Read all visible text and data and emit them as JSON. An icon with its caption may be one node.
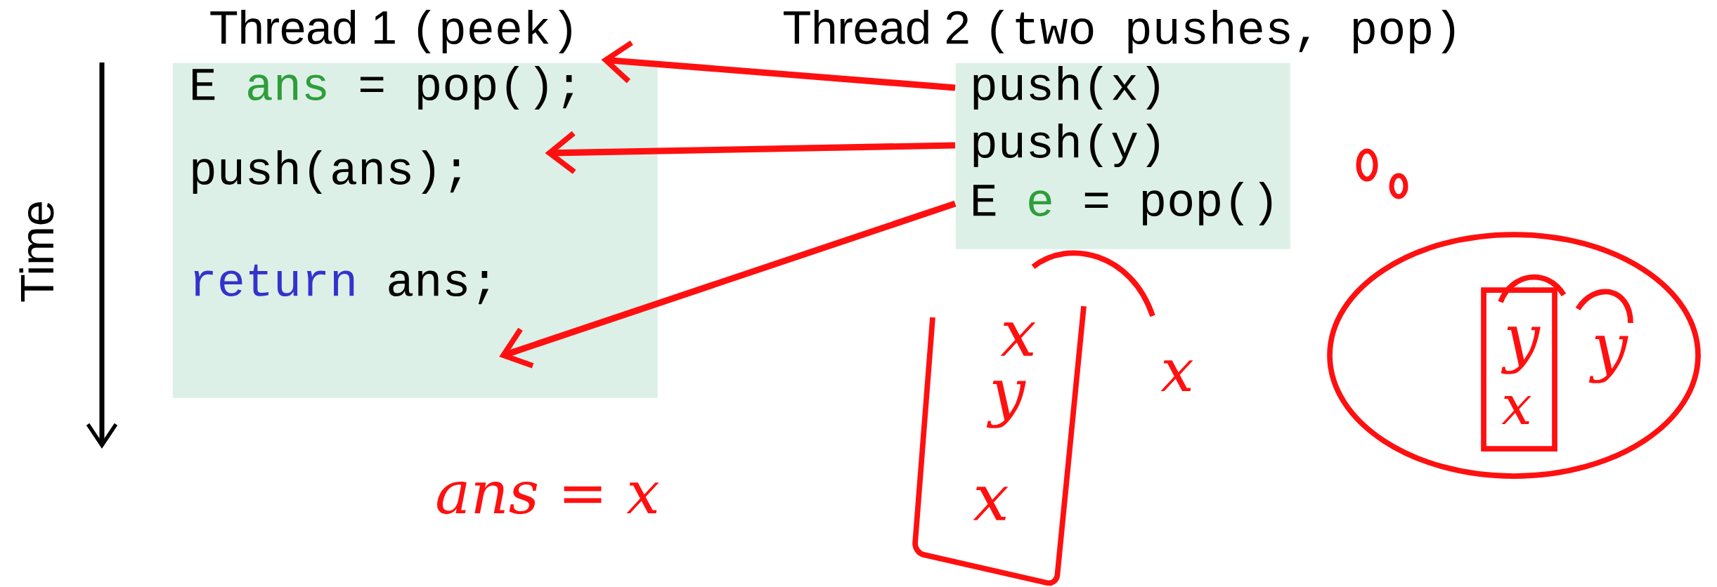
{
  "diagram": {
    "nodes": [
      {
        "text": [
          "Thread 1",
          "(peek)"
        ]
      },
      {
        "text": [
          "E",
          "ans",
          "= pop();"
        ],
        "in": 0
      },
      {
        "text": [
          "push(ans);"
        ],
        "in": 0
      },
      {
        "text": [
          "return",
          "ans;"
        ],
        "in": 0
      },
      {
        "text": [
          "Thread 2",
          "(two pushes, pop)"
        ]
      },
      {
        "text": [
          "push(x)"
        ],
        "in": 4
      },
      {
        "text": [
          "push(y)"
        ],
        "in": 4
      },
      {
        "text": [
          "E",
          "e",
          "= pop()"
        ],
        "in": 4
      }
    ],
    "edges": [
      {
        "from": 5,
        "to": 1,
        "arrow": "to"
      },
      {
        "from": 6,
        "to": 1,
        "arrow": "to"
      },
      {
        "from": 7,
        "to": 3,
        "arrow": "to"
      }
    ],
    "labels": [
      "Time",
      "ans = x",
      "x",
      "y",
      "x",
      "x",
      "y",
      "x",
      "y"
    ]
  }
}
